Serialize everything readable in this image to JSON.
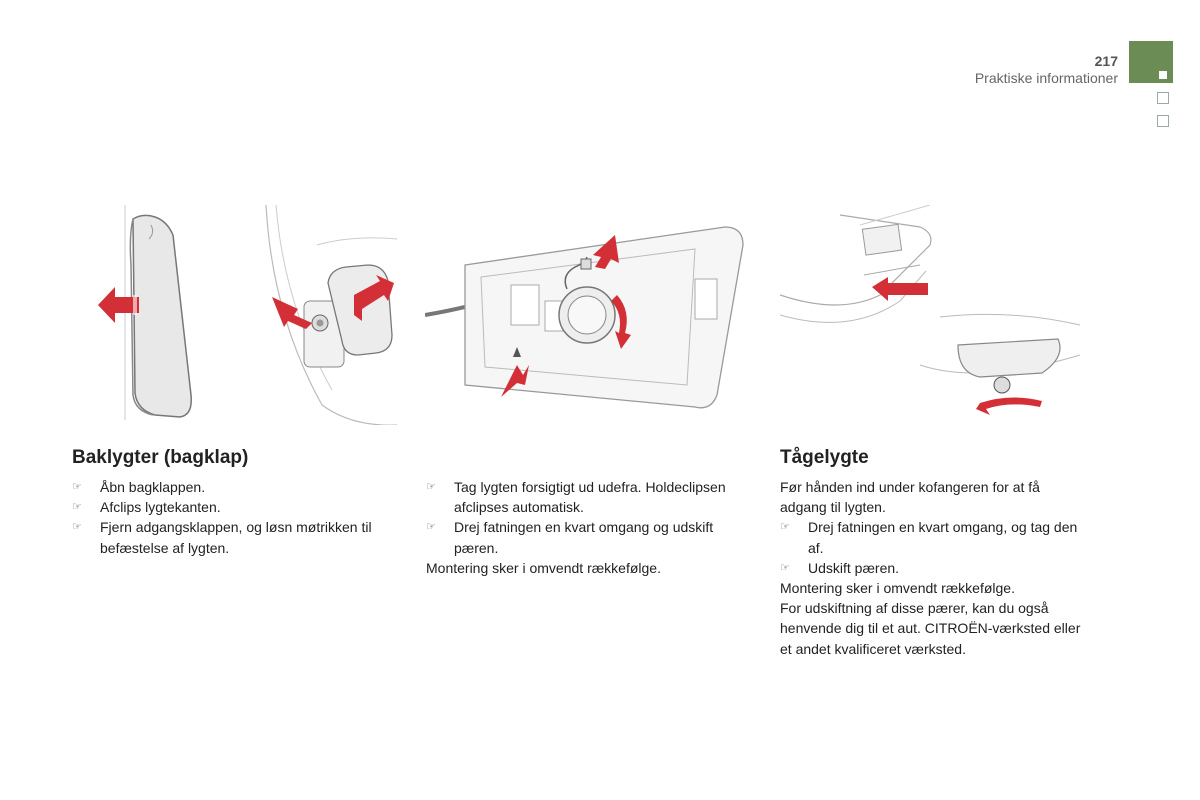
{
  "header": {
    "page_number": "217",
    "section": "Praktiske informationer"
  },
  "colors": {
    "tab": "#6b8c55",
    "arrow": "#d32f36"
  },
  "col1": {
    "title": "Baklygter (bagklap)",
    "bullet_icon": "pointing-hand-icon",
    "items": [
      "Åbn bagklappen.",
      "Afclips lygtekanten.",
      "Fjern adgangsklappen, og løsn møtrikken til befæstelse af lygten."
    ]
  },
  "col2": {
    "items": [
      "Tag lygten forsigtigt ud udefra. Holdeclipsen afclipses automatisk.",
      "Drej fatningen en kvart omgang og udskift pæren."
    ],
    "footer": "Montering sker i omvendt rækkefølge."
  },
  "col3": {
    "title": "Tågelygte",
    "intro": "Før hånden ind under kofangeren for at få adgang til lygten.",
    "items": [
      "Drej fatningen en kvart omgang, og tag den af.",
      "Udskift pæren."
    ],
    "footer1": "Montering sker i omvendt rækkefølge.",
    "footer2": "For udskiftning af disse pærer, kan du også henvende dig til et aut. CITROËN-værksted eller et andet kvalificeret værksted."
  }
}
